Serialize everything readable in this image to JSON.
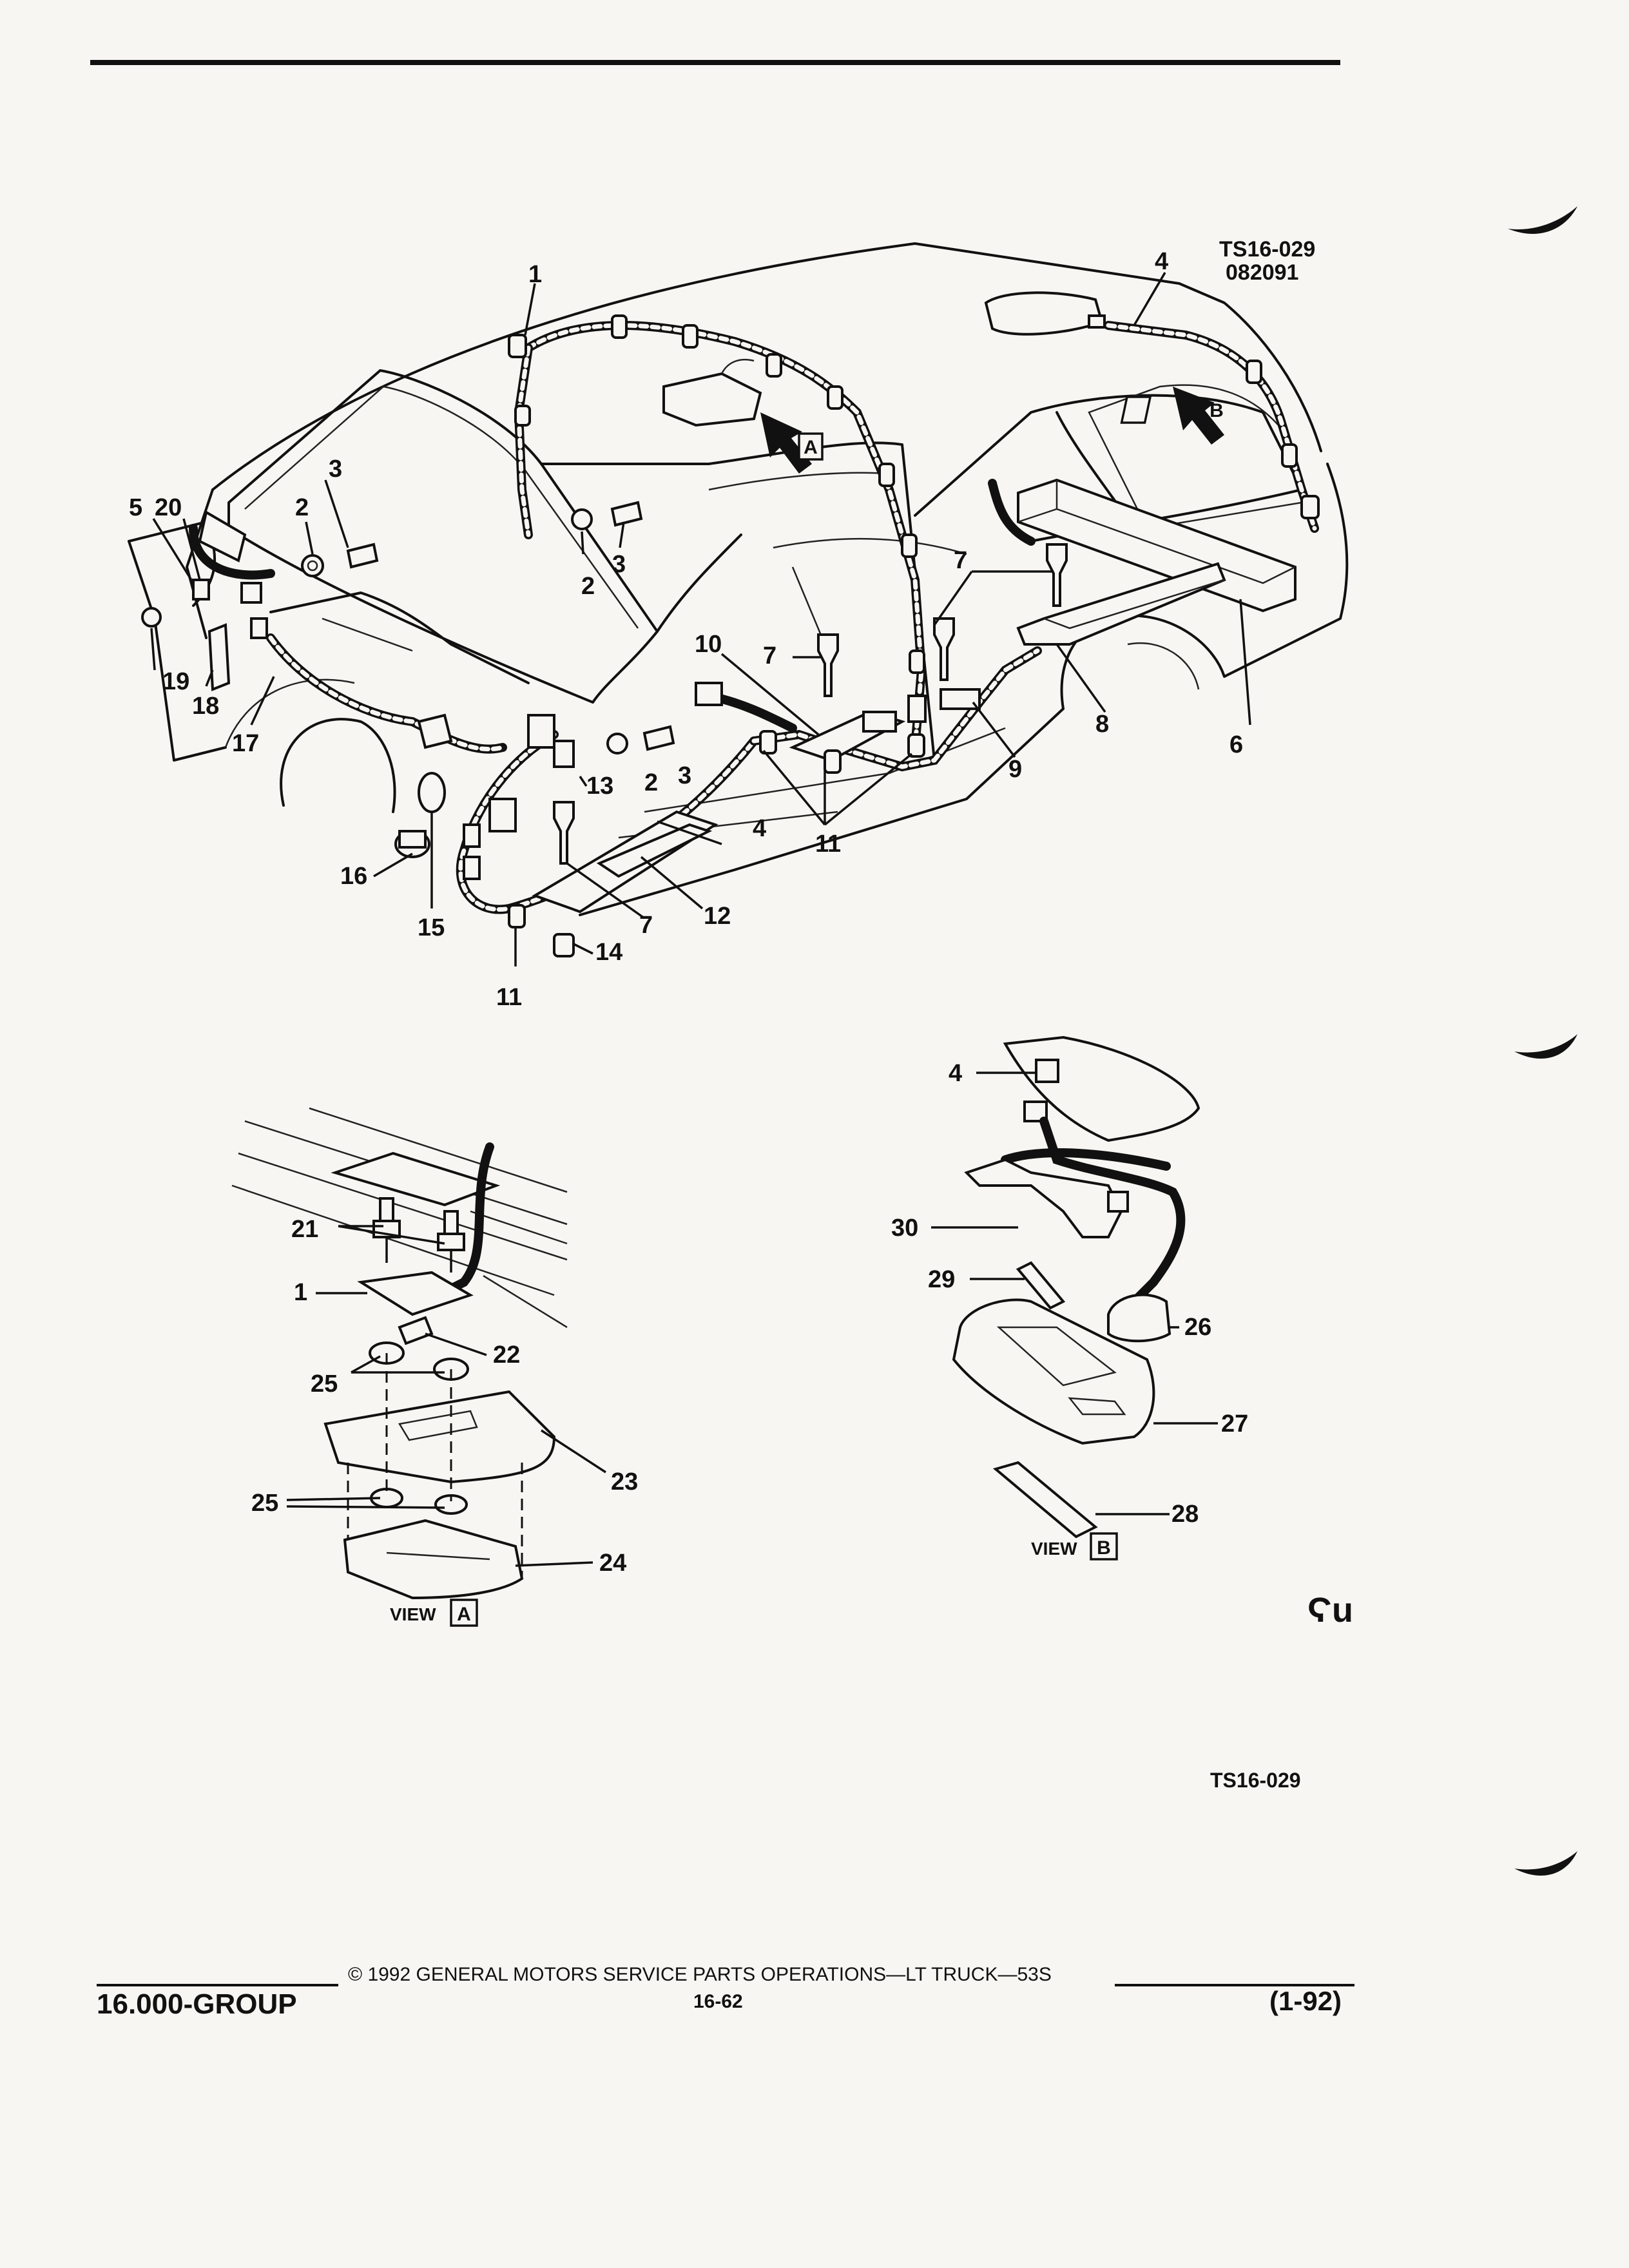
{
  "header": {
    "rule_color": "#111111"
  },
  "figure": {
    "id_lines": [
      "TS16-029",
      "082091"
    ],
    "bottom_id": "TS16-029",
    "view_a_label": "VIEW",
    "view_a_letter": "A",
    "view_b_label": "VIEW",
    "view_b_letter": "B",
    "arrow_a_letter": "A",
    "arrow_b_letter": "B",
    "callouts": [
      "1",
      "2",
      "3",
      "4",
      "5",
      "6",
      "7",
      "8",
      "9",
      "10",
      "11",
      "12",
      "13",
      "14",
      "15",
      "16",
      "17",
      "18",
      "19",
      "20",
      "21",
      "22",
      "23",
      "24",
      "25",
      "26",
      "27",
      "28",
      "29",
      "30"
    ]
  },
  "footer": {
    "copyright": "© 1992 GENERAL MOTORS SERVICE PARTS OPERATIONS—LT TRUCK—53S",
    "group": "16.000-GROUP",
    "page_number": "16-62",
    "date_code": "(1-92)"
  },
  "logo": {
    "glyph": "Ϛu"
  }
}
